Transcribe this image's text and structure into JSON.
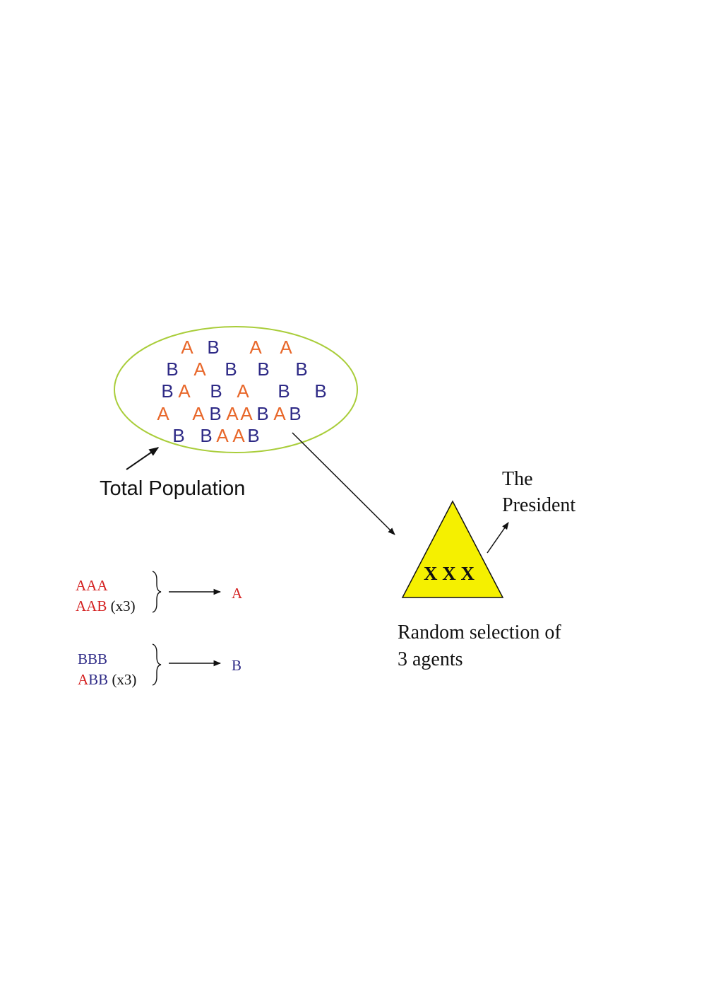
{
  "colors": {
    "agent_a": "#e8672a",
    "agent_b": "#2e2a86",
    "rule_a": "#d42020",
    "rule_b": "#2e2a86",
    "ellipse_stroke": "#a9cd3a",
    "triangle_fill": "#f5f000",
    "line": "#111111"
  },
  "population": {
    "label": "Total Population",
    "rows": [
      [
        "A",
        "B",
        "A",
        "A"
      ],
      [
        "B",
        "A",
        "B",
        "B",
        "B"
      ],
      [
        "B",
        "A",
        "B",
        "A",
        "B",
        "B"
      ],
      [
        "A",
        "A",
        "B",
        "A",
        "A",
        "B",
        "A",
        "B"
      ],
      [
        "B",
        "B",
        "A",
        "A",
        "B"
      ]
    ]
  },
  "president": {
    "label_line1": "The",
    "label_line2": "President",
    "agents": "X X X"
  },
  "selection": {
    "line1": "Random selection of",
    "line2": "3 agents"
  },
  "rules": [
    {
      "line1": [
        {
          "t": "AAA",
          "c": "a"
        }
      ],
      "line2": [
        {
          "t": "AAB",
          "c": "a"
        },
        {
          "t": " (x3)",
          "c": "k"
        }
      ],
      "result": "A",
      "result_color": "a"
    },
    {
      "line1": [
        {
          "t": "BBB",
          "c": "b"
        }
      ],
      "line2": [
        {
          "t": "A",
          "c": "a"
        },
        {
          "t": "BB",
          "c": "b"
        },
        {
          "t": " (x3)",
          "c": "k"
        }
      ],
      "result": "B",
      "result_color": "b"
    }
  ]
}
